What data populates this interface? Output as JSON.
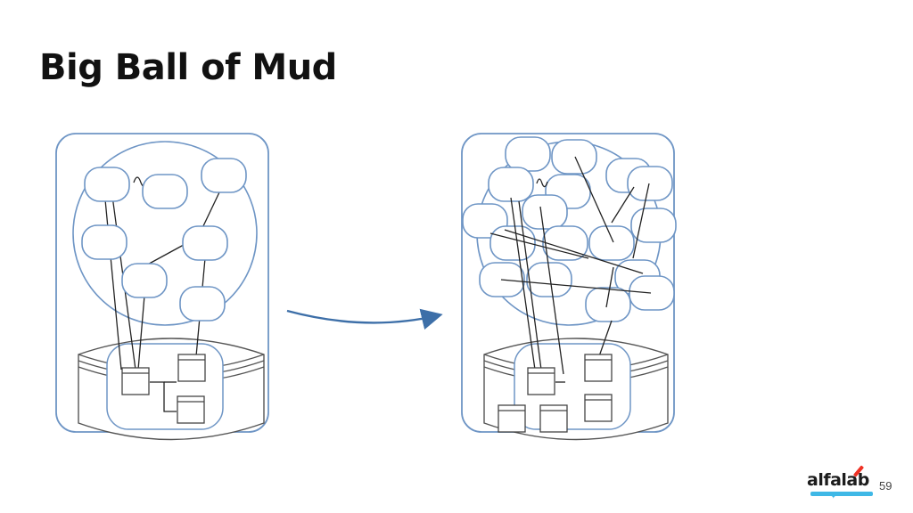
{
  "slide": {
    "title": "Big Ball of Mud",
    "page_number": "59"
  },
  "logo": {
    "text": "alfalab"
  },
  "colors": {
    "outline_blue": "#6e95c5",
    "arrow_blue": "#3d6fa8",
    "line_black": "#222222",
    "brand_red": "#ef3124",
    "brand_cyan": "#3fb8e6"
  }
}
